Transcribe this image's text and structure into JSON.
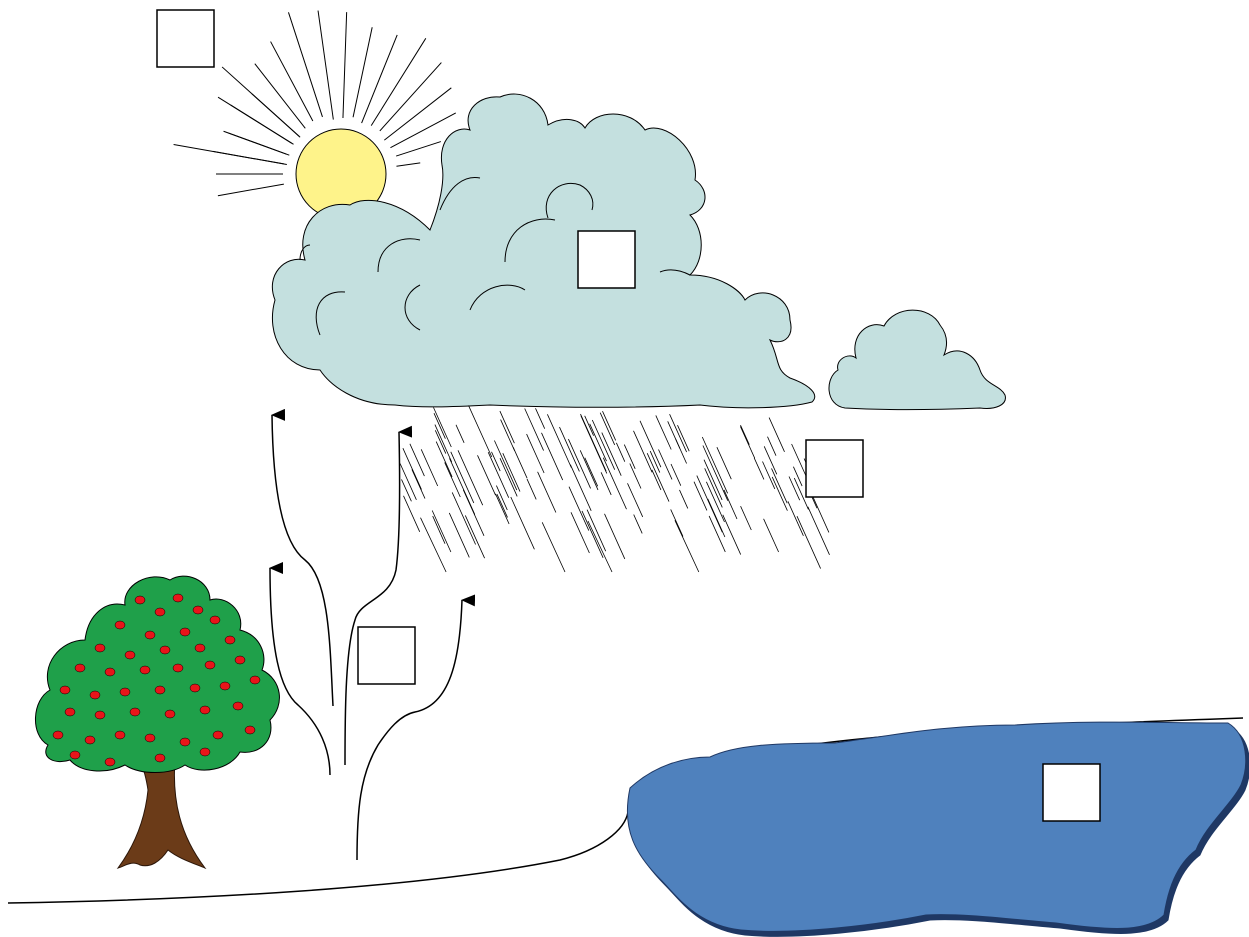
{
  "diagram": {
    "elements": [
      "sun",
      "cloud",
      "rain",
      "tree",
      "lake",
      "ground",
      "evaporation-arrows"
    ],
    "label_boxes": [
      {
        "id": "sun-label",
        "text": ""
      },
      {
        "id": "cloud-label",
        "text": ""
      },
      {
        "id": "rain-label",
        "text": ""
      },
      {
        "id": "arrows-label",
        "text": ""
      },
      {
        "id": "lake-label",
        "text": ""
      }
    ],
    "colors": {
      "sun": "#fef38a",
      "cloud": "#c4e0df",
      "lake": "#4f81bd",
      "lake_shadow": "#1f3864",
      "leaves": "#1fa04a",
      "fruit": "#e8141a",
      "trunk": "#6b3b18"
    }
  }
}
